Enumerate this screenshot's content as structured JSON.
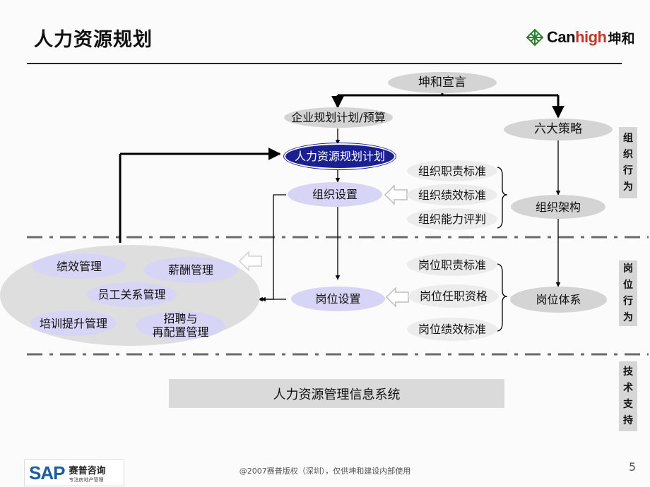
{
  "header": {
    "title": "人力资源规划",
    "logo_text": "Canhigh",
    "logo_text_cn": "坤和"
  },
  "nodes": {
    "kunhe_statement": "坤和宣言",
    "enterprise_plan": "企业规划计划/预算",
    "six_strategies": "六大策略",
    "hr_plan": "人力资源规划计划",
    "org_duty_std": "组织职责标准",
    "org_perf_std": "组织绩效标准",
    "org_ability_eval": "组织能力评判",
    "org_setup": "组织设置",
    "org_structure": "组织架构",
    "pos_duty_std": "岗位职责标准",
    "pos_qualification": "岗位任职资格",
    "pos_perf_std": "岗位绩效标准",
    "pos_setup": "岗位设置",
    "pos_system": "岗位体系"
  },
  "hr_functions": {
    "performance": "绩效管理",
    "compensation": "薪酬管理",
    "employee_relations": "员工关系管理",
    "training": "培训提升管理",
    "recruit_line1": "招聘与",
    "recruit_line2": "再配置管理"
  },
  "side_labels": {
    "org_behavior": [
      "组",
      "织",
      "行",
      "为"
    ],
    "pos_behavior": [
      "岗",
      "位",
      "行",
      "为"
    ],
    "tech_support": [
      "技",
      "术",
      "支",
      "持"
    ]
  },
  "info_system": "人力资源管理信息系统",
  "footer": {
    "sap_logo": "SAP",
    "sap_cn": "赛普咨询",
    "sap_slogan": "专注房地产管理",
    "copyright": "@2007赛普版权（深圳），仅供坤和建设内部使用",
    "page_number": "5"
  }
}
